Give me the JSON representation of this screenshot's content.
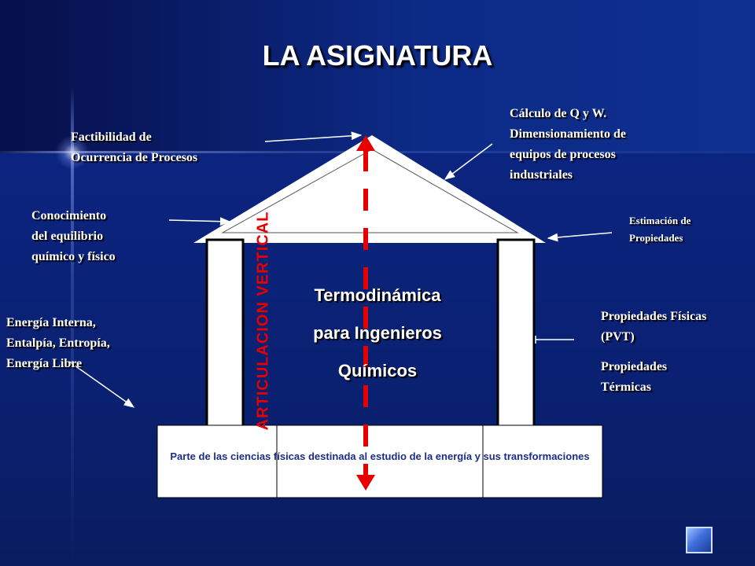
{
  "title": "LA ASIGNATURA",
  "center": {
    "line1": "Termodinámica",
    "line2": "para Ingenieros",
    "line3": "Químicos"
  },
  "vertical_label": "ARTICULACION VERTICAL",
  "base_text": "Parte de las ciencias físicas destinada al estudio de la energía y sus transformaciones",
  "labels": {
    "factibilidad": [
      "Factibilidad de",
      "Ocurrencia de Procesos"
    ],
    "calculo": [
      "Cálculo de Q y W.",
      "Dimensionamiento de",
      "equipos de procesos",
      "industriales"
    ],
    "conocimiento": [
      "Conocimiento",
      "del equilibrio",
      "químico y físico"
    ],
    "estimacion": [
      "Estimación de",
      "Propiedades"
    ],
    "energia": [
      "Energía Interna,",
      "Entalpía, Entropía,",
      "Energía Libre"
    ],
    "prop_fisicas": [
      "Propiedades Físicas",
      "(PVT)"
    ],
    "prop_termicas": [
      "Propiedades",
      "Térmicas"
    ]
  },
  "colors": {
    "background": "#0a1e6e",
    "text": "#ffffff",
    "accent_red": "#e60000",
    "base_text": "#1b2d86"
  },
  "icons": {
    "nav_button": "navigation-button-icon"
  }
}
